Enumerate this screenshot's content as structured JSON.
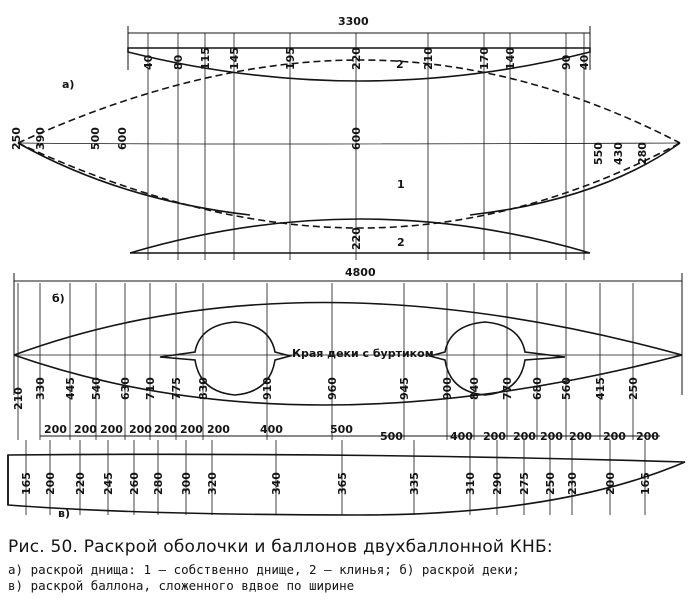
{
  "diagram": {
    "part_a": {
      "label": "а)",
      "overall_length": "3300",
      "wedge_number": "2",
      "bottom_number": "1",
      "wedge_top_widths": [
        "40",
        "80",
        "115",
        "145",
        "195",
        "220",
        "210",
        "170",
        "140",
        "90",
        "40"
      ],
      "bottom_widths_left": [
        "250",
        "390",
        "500",
        "600"
      ],
      "bottom_width_center": "600",
      "bottom_widths_right": [
        "550",
        "430",
        "280"
      ],
      "wedge_lower_center": "220",
      "wedge_lower_number": "2"
    },
    "part_b": {
      "label": "б)",
      "overall_length": "4800",
      "deck_edge_note": "Края деки с буртиком",
      "widths": [
        "210",
        "330",
        "445",
        "540",
        "630",
        "710",
        "775",
        "830",
        "910",
        "960",
        "945",
        "900",
        "840",
        "770",
        "680",
        "560",
        "415",
        "250"
      ],
      "stations_left": [
        "200",
        "200",
        "200",
        "200",
        "200",
        "200",
        "200",
        "400",
        "500"
      ],
      "stations_right": [
        "500",
        "400",
        "200",
        "200",
        "200",
        "200",
        "200",
        "200"
      ]
    },
    "part_c": {
      "label": "в)",
      "widths": [
        "165",
        "200",
        "220",
        "245",
        "260",
        "280",
        "300",
        "320",
        "340",
        "365",
        "335",
        "310",
        "290",
        "275",
        "250",
        "230",
        "200",
        "165"
      ]
    }
  },
  "caption": {
    "title": "Рис. 50. Раскрой оболочки и баллонов двухбаллонной КНБ:",
    "line1": "а) раскрой днища: 1 — собственно днище,   2 — клинья;   б) раскрой   деки;",
    "line2": "в) раскрой баллона, сложенного вдвое по ширине"
  },
  "colors": {
    "ink": "#141414",
    "paper": "#ffffff"
  }
}
